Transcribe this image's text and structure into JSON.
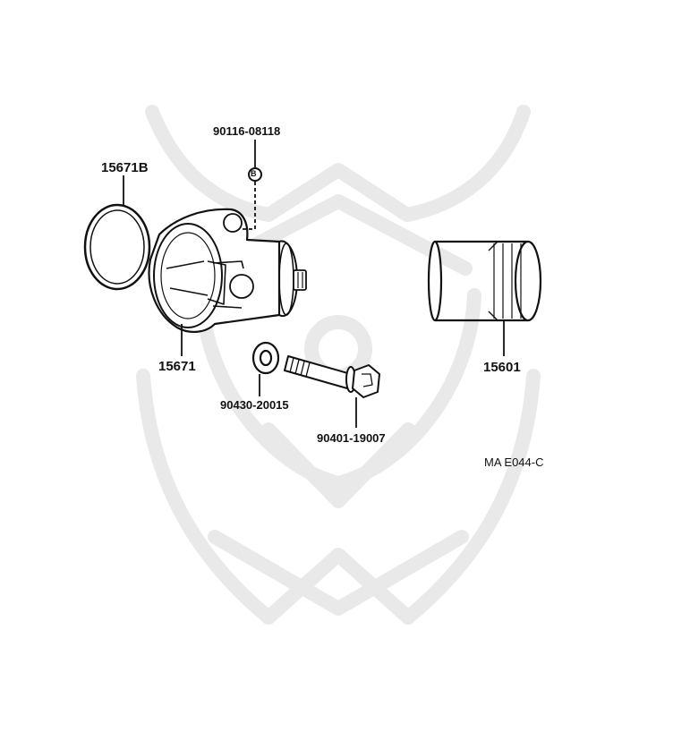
{
  "diagram": {
    "labels": {
      "gasket": "15671B",
      "plug": "90116-08118",
      "bracket": "15671",
      "filter": "15601",
      "washer": "90430-20015",
      "bolt": "90401-19007",
      "drawing_code": "MA E044-C"
    },
    "plug_letter": "B",
    "colors": {
      "line": "#111111",
      "watermark": "#e9e9e9",
      "background": "#ffffff"
    }
  }
}
